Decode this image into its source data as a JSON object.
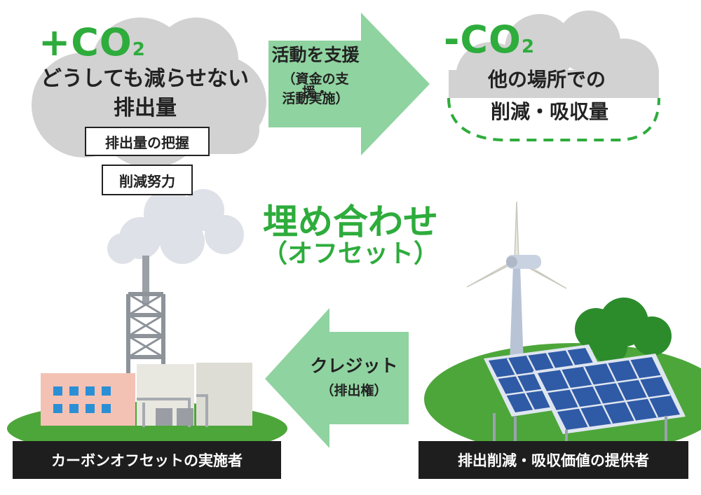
{
  "left_cloud": {
    "co2_sign": "+CO",
    "co2_sub": "2",
    "line1": "どうしても減らせない",
    "line2": "排出量",
    "box1": "排出量の把握",
    "box2": "削減努力"
  },
  "right_cloud": {
    "co2_sign": "-CO",
    "co2_sub": "2",
    "line1": "他の場所での",
    "line2": "削減・吸収量"
  },
  "top_arrow": {
    "line1": "活動を支援",
    "line2": "（資金の支援・",
    "line3": "活動実施）"
  },
  "center": {
    "line1": "埋め合わせ",
    "line2": "（オフセット）"
  },
  "bottom_arrow": {
    "line1": "クレジット",
    "line2": "（排出権）"
  },
  "labels": {
    "left": "カーボンオフセットの実施者",
    "right": "排出削減・吸収価値の提供者"
  },
  "colors": {
    "accent_green": "#2eac3c",
    "arrow_green": "#8fd3a0",
    "cloud_gray": "#d2d2d2",
    "ground_green": "#4da63a",
    "solar_blue": "#2f5aa6"
  }
}
